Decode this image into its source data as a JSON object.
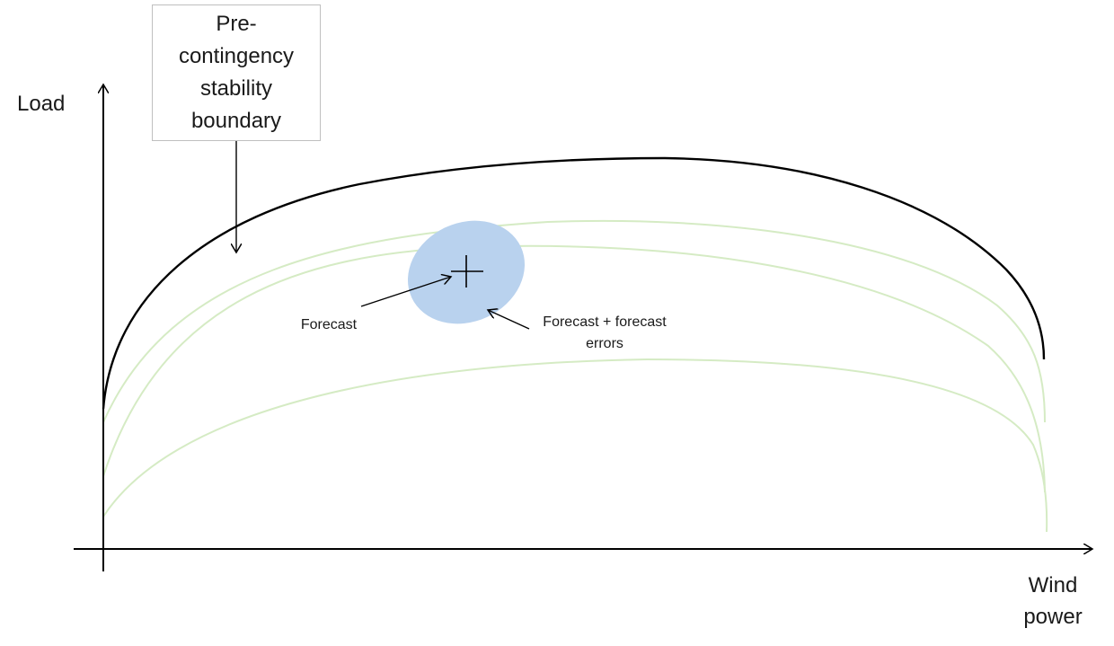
{
  "labels": {
    "y_axis": "Load",
    "x_axis_line1": "Wind",
    "x_axis_line2": "power",
    "boundary_callout": "Pre-\ncontingency\nstability\nboundary",
    "forecast": "Forecast",
    "errors_line1": "Forecast + forecast",
    "errors_line2": "errors"
  },
  "colors": {
    "boundary": "#000000",
    "scenario_curves": "#d5ebc4",
    "uncertainty_region": "#b9d2ee",
    "axes": "#000000"
  }
}
